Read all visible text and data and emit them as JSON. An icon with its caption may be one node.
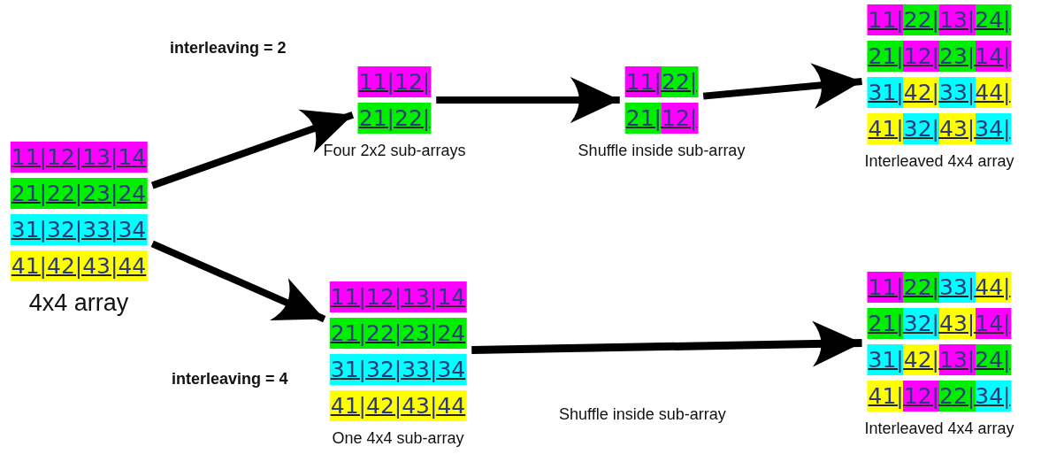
{
  "diagram": {
    "nodes": [
      {
        "text": [
          "11|12|13|14",
          "21|22|23|24",
          "31|32|33|34",
          "41|42|43|44"
        ],
        "beside": [
          "4x4 array"
        ]
      },
      {
        "text": [
          "11|12|",
          "21|22|"
        ],
        "beside": [
          "Four 2x2 sub-arrays"
        ]
      },
      {
        "text": [
          "11|22|",
          "21|12|"
        ],
        "beside": [
          "Shuffle inside sub-array"
        ]
      },
      {
        "text": [
          "11|22|13|24|",
          "21|12|23|14|",
          "31|42|33|44|",
          "41|32|43|34|"
        ],
        "beside": [
          "Interleaved 4x4 array"
        ]
      },
      {
        "text": [
          "11|12|13|14",
          "21|22|23|24",
          "31|32|33|34",
          "41|42|43|44"
        ],
        "beside": [
          "One 4x4 sub-array"
        ]
      },
      {
        "text": [
          "11|22|33|44|",
          "21|32|43|14|",
          "31|42|13|24|",
          "41|12|22|34|"
        ],
        "beside": [
          "Interleaved 4x4 array"
        ]
      }
    ],
    "edges": [
      {
        "from": 0,
        "to": 1,
        "arrow": "to",
        "label": "interleaving = 2"
      },
      {
        "from": 1,
        "to": 2,
        "arrow": "to"
      },
      {
        "from": 2,
        "to": 3,
        "arrow": "to"
      },
      {
        "from": 0,
        "to": 4,
        "arrow": "to",
        "label": "interleaving = 4"
      },
      {
        "from": 4,
        "to": 5,
        "arrow": "to",
        "label": "Shuffle inside sub-array"
      }
    ]
  }
}
